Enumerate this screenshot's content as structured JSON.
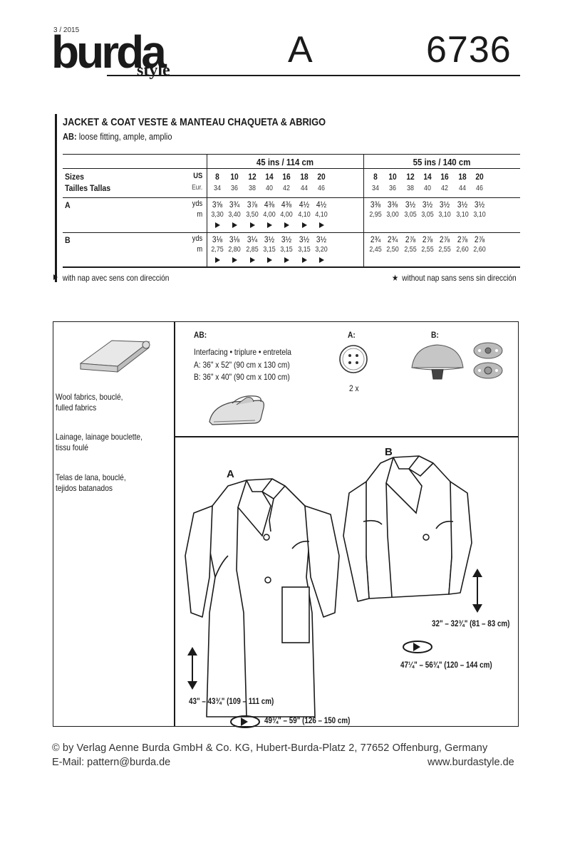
{
  "header": {
    "issue": "3 / 2015",
    "brand": "burda",
    "brand_sub": "style",
    "view": "A",
    "pattern_number": "6736"
  },
  "title": {
    "main": "JACKET & COAT  VESTE & MANTEAU  CHAQUETA & ABRIGO",
    "views_label": "AB:",
    "views_desc": " loose fitting, ample, amplio"
  },
  "table": {
    "width_45": "45 ins / 114 cm",
    "width_55": "55 ins / 140 cm",
    "sizes_label": "Sizes",
    "sizes_label2": "Tailles  Tallas",
    "us_label": "US",
    "eur_label": "Eur.",
    "us_sizes": [
      "8",
      "10",
      "12",
      "14",
      "16",
      "18",
      "20"
    ],
    "eur_sizes": [
      "34",
      "36",
      "38",
      "40",
      "42",
      "44",
      "46"
    ],
    "rows": [
      {
        "label": "A",
        "yds_45": [
          "3⅝",
          "3¾",
          "3⅞",
          "4⅜",
          "4⅜",
          "4½",
          "4½"
        ],
        "m_45": [
          "3,30",
          "3,40",
          "3,50",
          "4,00",
          "4,00",
          "4,10",
          "4,10"
        ],
        "yds_55": [
          "3⅜",
          "3⅜",
          "3½",
          "3½",
          "3½",
          "3½",
          "3½"
        ],
        "m_55": [
          "2,95",
          "3,00",
          "3,05",
          "3,05",
          "3,10",
          "3,10",
          "3,10"
        ]
      },
      {
        "label": "B",
        "yds_45": [
          "3⅛",
          "3⅛",
          "3¼",
          "3½",
          "3½",
          "3½",
          "3½"
        ],
        "m_45": [
          "2,75",
          "2,80",
          "2,85",
          "3,15",
          "3,15",
          "3,15",
          "3,20"
        ],
        "yds_55": [
          "2¾",
          "2¾",
          "2⅞",
          "2⅞",
          "2⅞",
          "2⅞",
          "2⅞"
        ],
        "m_55": [
          "2,45",
          "2,50",
          "2,55",
          "2,55",
          "2,55",
          "2,60",
          "2,60"
        ]
      }
    ],
    "yds_label": "yds",
    "m_label": "m"
  },
  "legend": {
    "nap": "with nap  avec sens  con dirección",
    "no_nap": "without nap  sans sens  sin dirección"
  },
  "fabrics": {
    "en1": "Wool fabrics, bouclé,",
    "en2": "fulled fabrics",
    "fr1": "Lainage, lainage bouclette,",
    "fr2": "tissu foulé",
    "es1": "Telas de lana, bouclé,",
    "es2": "tejidos batanados"
  },
  "notions": {
    "ab_label": "AB:",
    "interfacing": "Interfacing • triplure • entretela",
    "a_size": "A: 36\" x 52\" (90 cm x 130 cm)",
    "b_size": "B: 36\" x 40\" (90 cm x 100 cm)",
    "a_label": "A:",
    "a_qty": "2 x",
    "b_label": "B:"
  },
  "garments": {
    "a_label": "A",
    "b_label": "B",
    "a_length": "43\" – 43¾\" (109 – 111 cm)",
    "a_width": "49¾\" – 59\" (126 – 150 cm)",
    "b_length": "32\" – 32¾\" (81 – 83 cm)",
    "b_width": "47¼\" – 56¾\" (120 – 144 cm)"
  },
  "footer": {
    "copyright": "© by Verlag Aenne Burda GmbH & Co. KG, Hubert-Burda-Platz 2, 77652 Offenburg, Germany",
    "email": "E-Mail: pattern@burda.de",
    "website": "www.burdastyle.de"
  }
}
